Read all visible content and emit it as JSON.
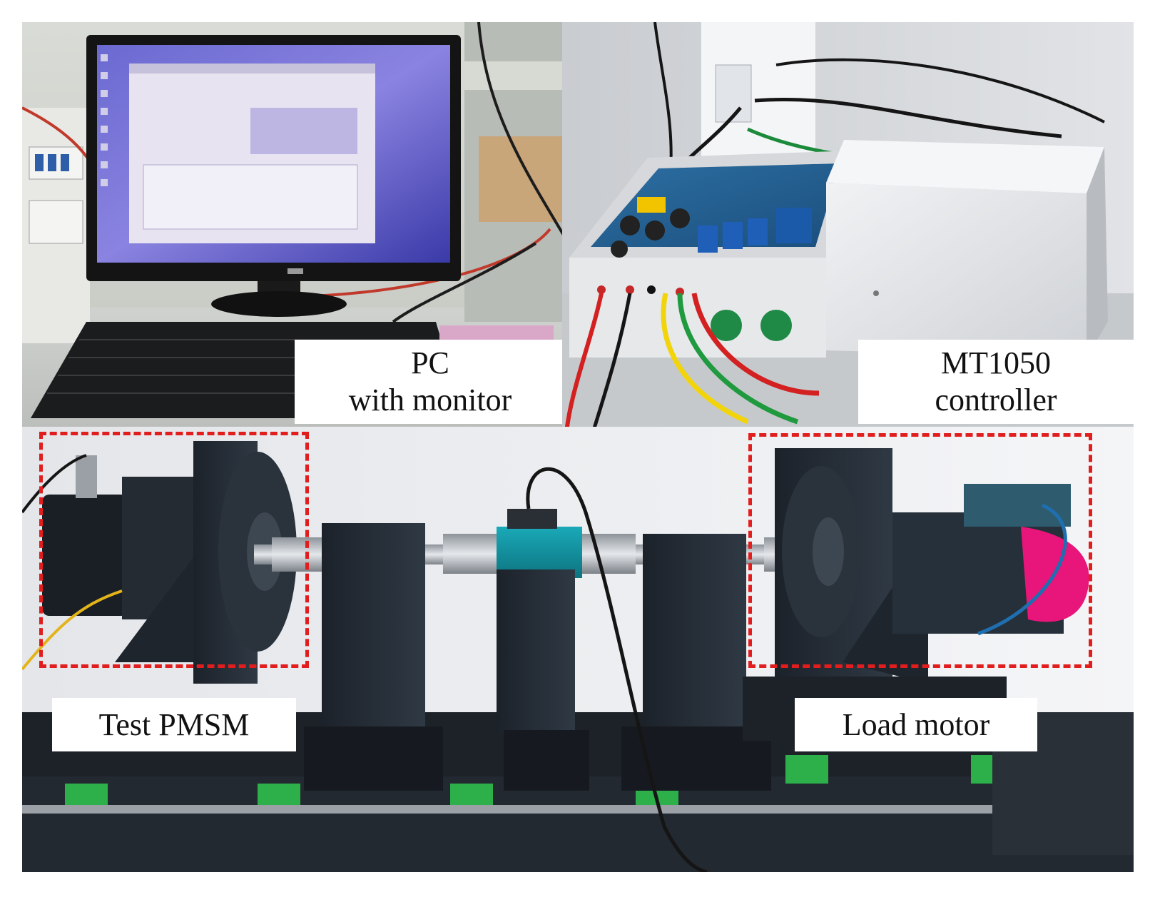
{
  "panels": {
    "pc": {
      "caption_lines": [
        "PC",
        "with monitor"
      ]
    },
    "controller": {
      "caption_lines": [
        "MT1050",
        "controller"
      ]
    },
    "test_rig": {
      "test_motor_label": "Test PMSM",
      "load_motor_label": "Load motor"
    }
  },
  "colors": {
    "highlight_dash": "#e11d1d",
    "caption_bg": "#ffffff",
    "caption_text": "#111111"
  }
}
